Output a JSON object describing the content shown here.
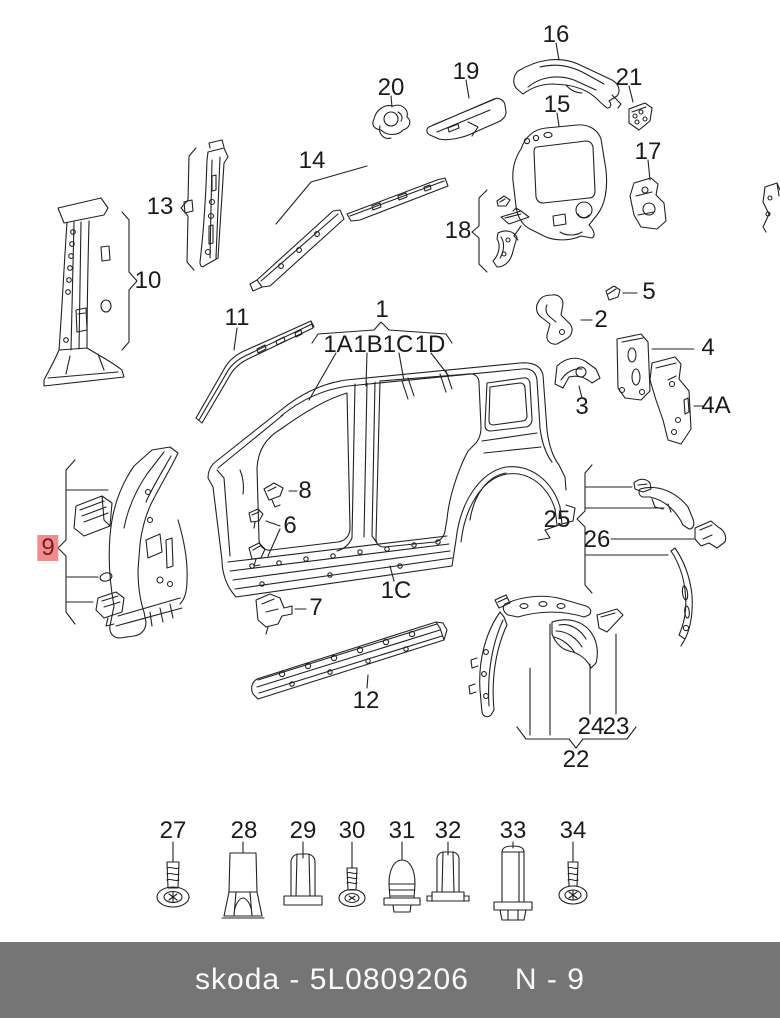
{
  "diagram_type": "car-body-side-parts-exploded-view",
  "parts": {
    "labels": [
      "16",
      "20",
      "19",
      "21",
      "15",
      "17",
      "14",
      "13",
      "10",
      "18",
      "5",
      "2",
      "11",
      "1",
      "1A",
      "1B",
      "1C",
      "1D",
      "3",
      "4",
      "4A",
      "8",
      "6",
      "9",
      "25",
      "26",
      "7",
      "1C",
      "12",
      "24",
      "23",
      "22",
      "27",
      "28",
      "29",
      "30",
      "31",
      "32",
      "33",
      "34"
    ]
  },
  "selected_part": "9",
  "footer": {
    "catalog_code": "skoda - 5L0809206",
    "section_code": "N - 9"
  },
  "colors": {
    "highlight_bg": "#f28b8b",
    "highlight_fg": "#7a1c1c",
    "footer_bg": "#757575",
    "footer_fg": "#fafafa",
    "line": "#222222"
  }
}
